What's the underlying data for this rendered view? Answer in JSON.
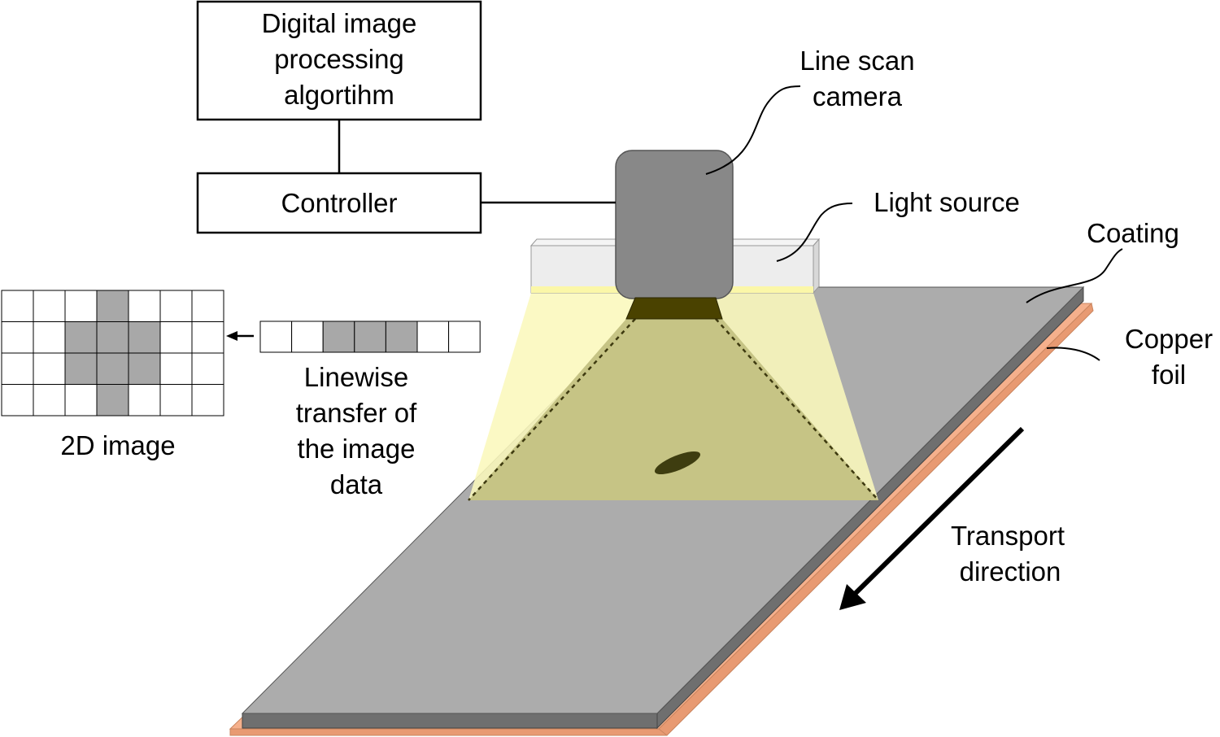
{
  "boxes": {
    "algorithm": [
      "Digital image",
      "processing",
      "algortihm"
    ],
    "controller": "Controller"
  },
  "labels": {
    "camera": [
      "Line scan",
      "camera"
    ],
    "light_source": "Light source",
    "coating": "Coating",
    "copper_foil": [
      "Copper",
      "foil"
    ],
    "transport": [
      "Transport",
      "direction"
    ],
    "image_2d": "2D image",
    "transfer": [
      "Linewise",
      "transfer of",
      "the image",
      "data"
    ]
  },
  "grid_2d": {
    "rows": 4,
    "cols": 7,
    "filled": [
      [
        0,
        3
      ],
      [
        1,
        2
      ],
      [
        1,
        3
      ],
      [
        1,
        4
      ],
      [
        2,
        2
      ],
      [
        2,
        3
      ],
      [
        2,
        4
      ],
      [
        3,
        3
      ]
    ]
  },
  "line_pixels": {
    "cols": 7,
    "filled": [
      2,
      3,
      4
    ]
  },
  "colors": {
    "coating_top": "#acacac",
    "coating_side": "#6f6f6f",
    "copper": "#f5b08c",
    "camera_body": "#888888",
    "lens": "#4a4200",
    "light_beam": "#fbf8bc",
    "illuminated_area": "#c6c485",
    "light_bar": "#ededed",
    "grid_fill": "#a8a8a8"
  }
}
